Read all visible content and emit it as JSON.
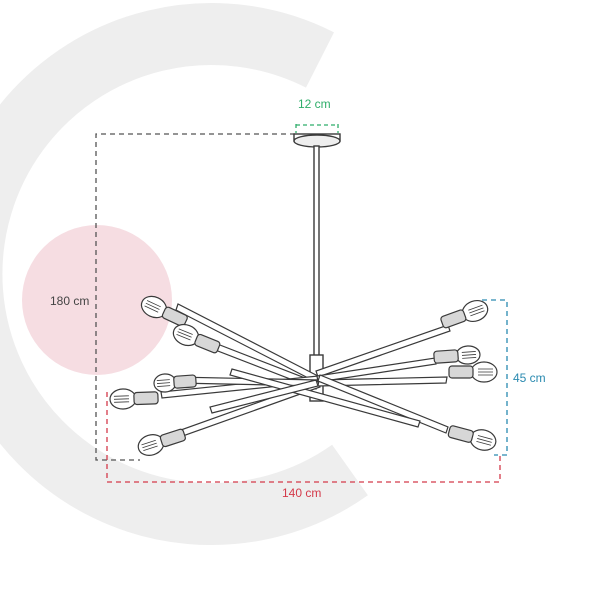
{
  "dimensions": {
    "canopy_width": "12 cm",
    "total_height": "180 cm",
    "fixture_height": "45 cm",
    "fixture_width": "140 cm"
  },
  "colors": {
    "canopy_width": "#2fae6a",
    "total_height": "#555555",
    "fixture_height": "#2a8ab0",
    "fixture_width": "#d43a4a",
    "background_mark": "#eeeeee",
    "background_circle": "#f6dde2",
    "lamp_stroke": "#3a3a3a",
    "socket_fill": "#d7d7d7"
  }
}
